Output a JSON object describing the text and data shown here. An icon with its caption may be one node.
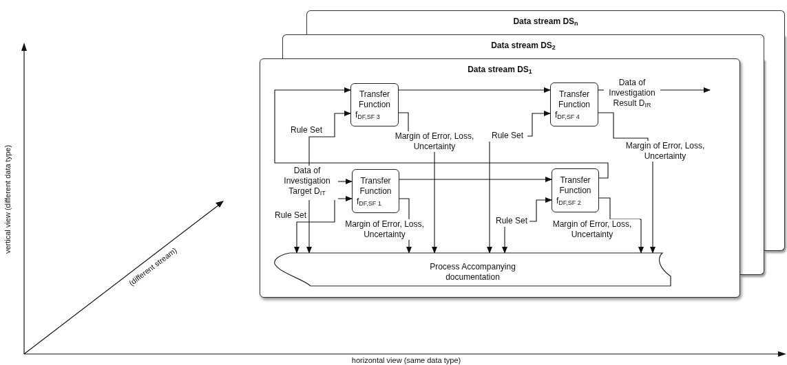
{
  "diagram": {
    "nodes": [
      {
        "text": [
          "Data stream DS$_{n}$"
        ]
      },
      {
        "text": [
          "Data stream DS$_{2}$"
        ]
      },
      {
        "text": [
          "Data stream DS$_{1}$"
        ]
      },
      {
        "text": [
          "Transfer Function",
          "f$_{DF,SF 3}$"
        ],
        "in": 2
      },
      {
        "text": [
          "Transfer Function",
          "f$_{DF,SF 4}$"
        ],
        "in": 2
      },
      {
        "text": [
          "Transfer Function",
          "f$_{DF,SF 1}$"
        ],
        "in": 2
      },
      {
        "text": [
          "Transfer Function",
          "f$_{DF,SF 2}$"
        ],
        "in": 2
      },
      {
        "text": [
          "Data of Investigation Target D$_{IT}$"
        ],
        "in": 2
      },
      {
        "text": [
          "Data of Investigation Result D$_{IR}$"
        ],
        "in": 2
      },
      {
        "text": [
          "Margin of Error, Loss, Uncertainty"
        ],
        "in": 2
      },
      {
        "text": [
          "Rule Set"
        ],
        "in": 2
      },
      {
        "text": [
          "Margin of Error, Loss, Uncertainty"
        ],
        "in": 2
      },
      {
        "text": [
          "Margin of Error, Loss, Uncertainty"
        ],
        "in": 2
      },
      {
        "text": [
          "Rule Set"
        ],
        "in": 2
      },
      {
        "text": [
          "Margin of Error, Loss, Uncertainty"
        ],
        "in": 2
      },
      {
        "text": [
          "Process Accompanying documentation"
        ],
        "in": 2
      }
    ],
    "edges": [
      {
        "from": 3,
        "to": 4,
        "arrow": "to"
      },
      {
        "from": 5,
        "to": 6,
        "arrow": "to"
      },
      {
        "from": 7,
        "to": 5,
        "arrow": "to"
      },
      {
        "from": 6,
        "to": 3,
        "arrow": "to"
      },
      {
        "from": 7,
        "to": 3,
        "arrow": "to",
        "label": "Rule Set"
      },
      {
        "from": 15,
        "to": 5,
        "arrow": "both",
        "label": "Rule Set"
      },
      {
        "from": 7,
        "to": 15,
        "arrow": "to"
      },
      {
        "from": 4,
        "to": 8,
        "arrow": "none"
      },
      {
        "from": 8,
        "to": null,
        "arrow": "to"
      },
      {
        "from": 3,
        "to": 9,
        "arrow": "none"
      },
      {
        "from": 9,
        "to": 15,
        "arrow": "to"
      },
      {
        "from": 10,
        "to": 4,
        "arrow": "to"
      },
      {
        "from": 10,
        "to": 15,
        "arrow": "to"
      },
      {
        "from": 4,
        "to": 11,
        "arrow": "none"
      },
      {
        "from": 11,
        "to": 15,
        "arrow": "to"
      },
      {
        "from": 5,
        "to": 12,
        "arrow": "none"
      },
      {
        "from": 12,
        "to": 15,
        "arrow": "to"
      },
      {
        "from": 13,
        "to": 6,
        "arrow": "to"
      },
      {
        "from": 13,
        "to": 15,
        "arrow": "to"
      },
      {
        "from": 6,
        "to": 14,
        "arrow": "none"
      },
      {
        "from": 14,
        "to": 15,
        "arrow": "to"
      }
    ],
    "labels": [
      "vertical view (different data type)",
      "(different stream)",
      "horizontal view (same data type)"
    ]
  }
}
